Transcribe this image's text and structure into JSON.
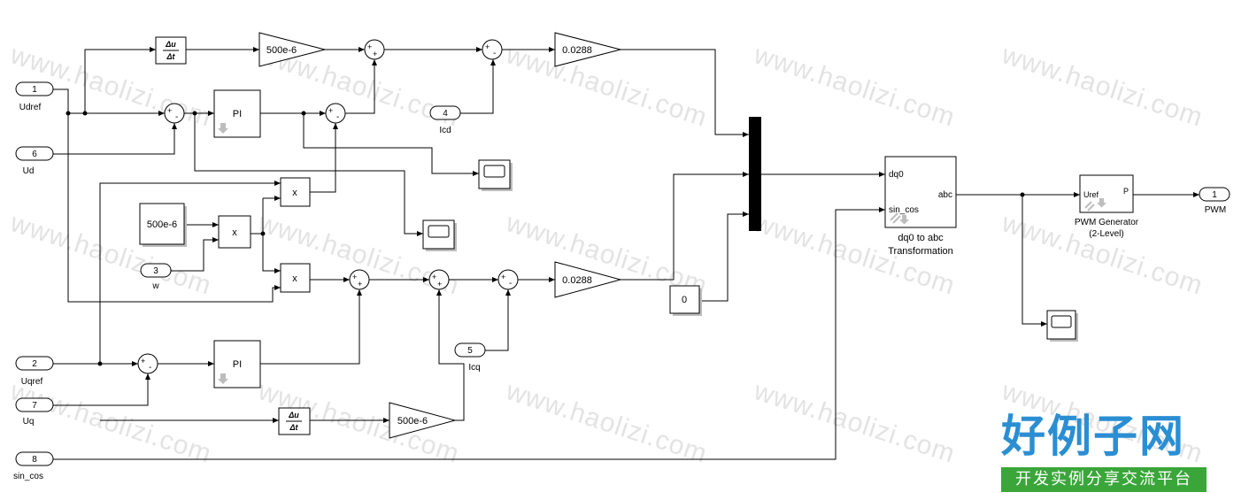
{
  "watermark": "www.haolizi.com",
  "logo": {
    "main": "好例子网",
    "sub": "开发实例分享交流平台"
  },
  "ports": {
    "in1": {
      "num": "1",
      "label": "Udref"
    },
    "in2": {
      "num": "2",
      "label": "Uqref"
    },
    "in3": {
      "num": "3",
      "label": "w"
    },
    "in4": {
      "num": "4",
      "label": "Icd"
    },
    "in5": {
      "num": "5",
      "label": "Icq"
    },
    "in6": {
      "num": "6",
      "label": "Ud"
    },
    "in7": {
      "num": "7",
      "label": "Uq"
    },
    "in8": {
      "num": "8",
      "label": "sin_cos"
    },
    "out1": {
      "num": "1",
      "label": "PWM"
    }
  },
  "blocks": {
    "deriv_top": {
      "num": "Δu",
      "den": "Δt"
    },
    "deriv_bot": {
      "num": "Δu",
      "den": "Δt"
    },
    "gain_top": "500e-6",
    "gain_bot": "500e-6",
    "gain_out_d": "0.0288",
    "gain_out_q": "0.0288",
    "pi_d": "PI",
    "pi_q": "PI",
    "const_l": "500e-6",
    "const_zero": "0",
    "mult": "x",
    "sum_signs": {
      "plus": "+",
      "minus": "-"
    },
    "dq0": {
      "in1": "dq0",
      "in2": "sin_cos",
      "out": "abc",
      "title1": "dq0 to abc",
      "title2": "Transformation"
    },
    "pwm": {
      "in": "Uref",
      "out": "P",
      "title1": "PWM Generator",
      "title2": "(2-Level)"
    }
  },
  "colors": {
    "logo_blue": "#2b8ed3",
    "logo_green": "#3aa63a",
    "watermark": "#e3e3e3"
  }
}
